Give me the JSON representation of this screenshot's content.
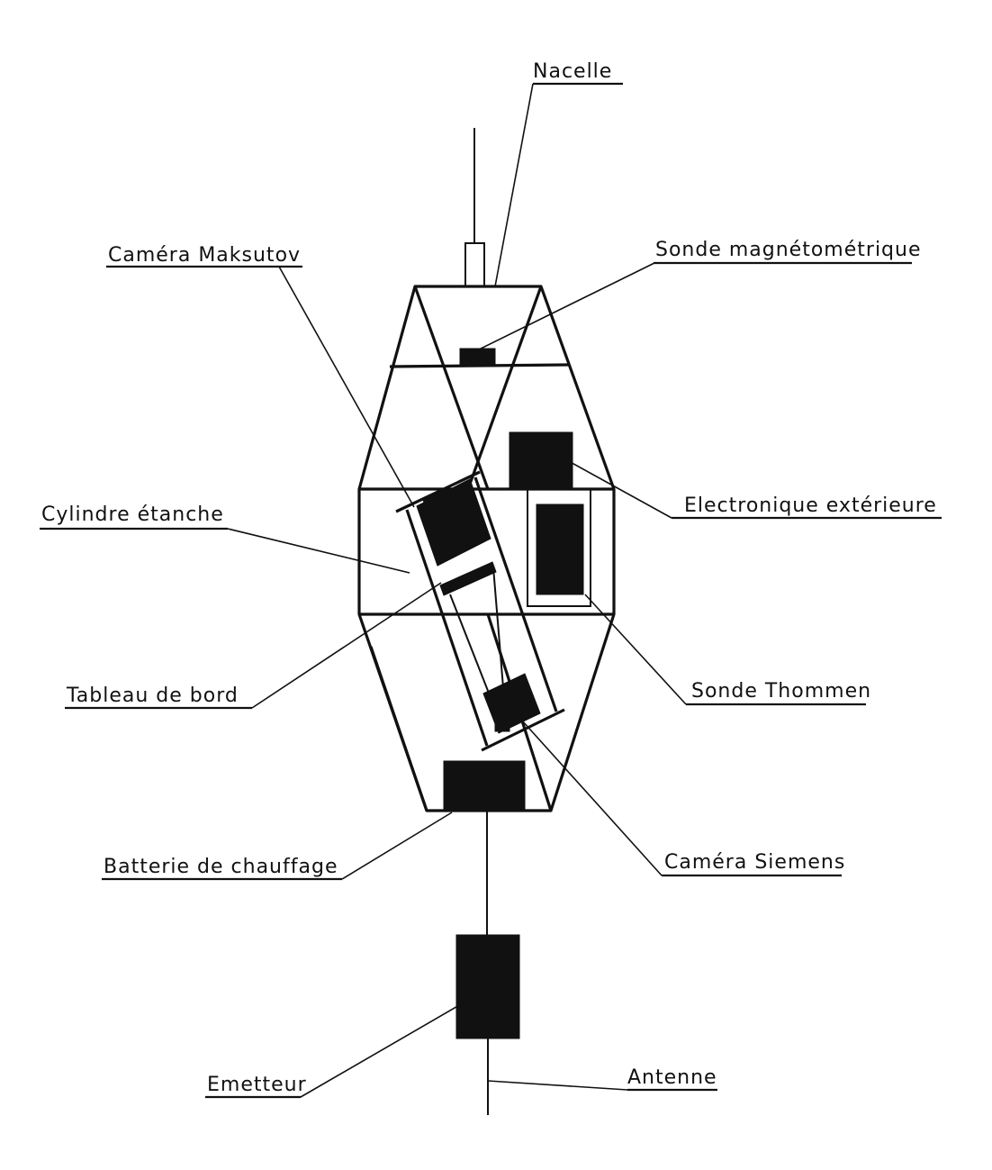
{
  "diagram": {
    "labels": {
      "nacelle": "Nacelle",
      "camera_maksutov": "Caméra Maksutov",
      "sonde_magnetometrique": "Sonde magnétométrique",
      "electronique_exterieure": "Electronique extérieure",
      "cylindre_etanche": "Cylindre étanche",
      "tableau_de_bord": "Tableau de bord",
      "sonde_thommen": "Sonde Thommen",
      "batterie_de_chauffage": "Batterie de chauffage",
      "camera_siemens": "Caméra Siemens",
      "emetteur": "Emetteur",
      "antenne": "Antenne"
    },
    "colors": {
      "ink": "#111111",
      "paper": "#ffffff"
    }
  }
}
